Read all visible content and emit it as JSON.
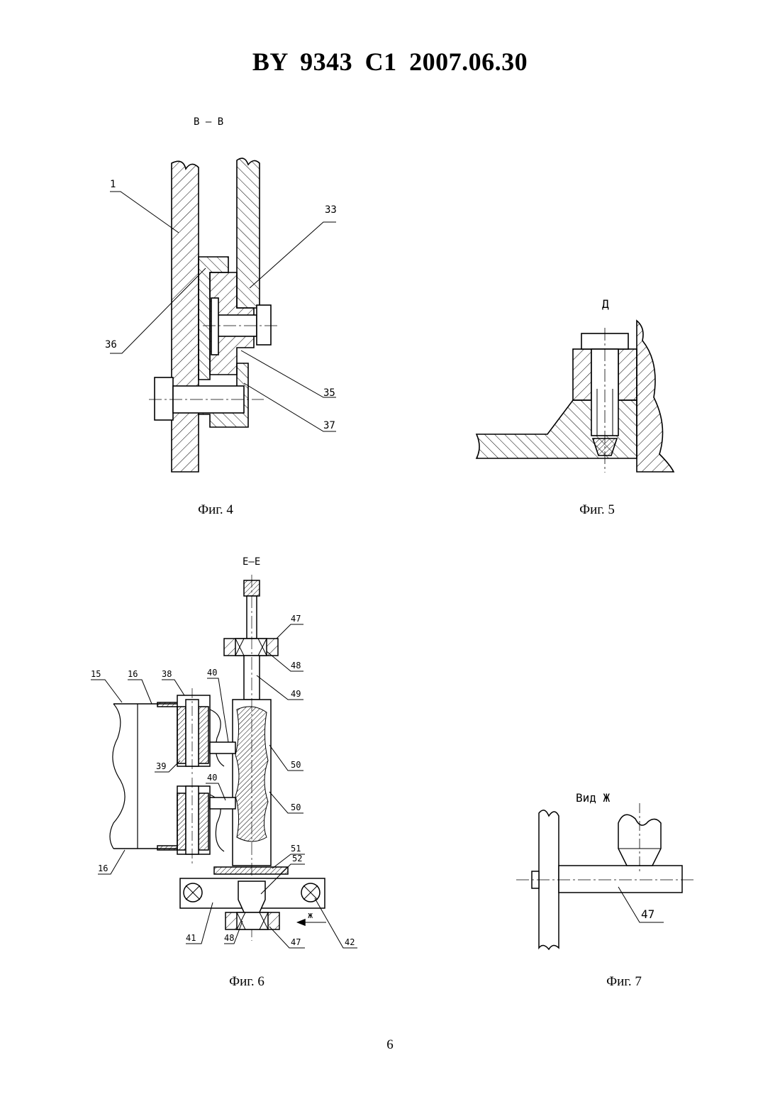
{
  "header": {
    "title": "BY 9343 C1 2007.06.30"
  },
  "fig4": {
    "section_label": "В – В",
    "caption": "Фиг. 4",
    "labels": {
      "l1": "1",
      "l33": "33",
      "l36": "36",
      "l35": "35",
      "l37": "37"
    }
  },
  "fig5": {
    "view_label": "Д",
    "caption": "Фиг. 5"
  },
  "fig6": {
    "section_label": "Е–Е",
    "caption": "Фиг. 6",
    "labels": {
      "l15": "15",
      "l16a": "16",
      "l16b": "16",
      "l38": "38",
      "l39": "39",
      "l40a": "40",
      "l40b": "40",
      "l41": "41",
      "l42": "42",
      "l47a": "47",
      "l47b": "47",
      "l48a": "48",
      "l48b": "48",
      "l49": "49",
      "l50a": "50",
      "l50b": "50",
      "l51": "51",
      "l52": "52",
      "arrow": "ж"
    }
  },
  "fig7": {
    "view_label": "Вид Ж",
    "caption": "Фиг. 7",
    "labels": {
      "l47": "47"
    }
  },
  "footer": {
    "page_number": "6"
  }
}
